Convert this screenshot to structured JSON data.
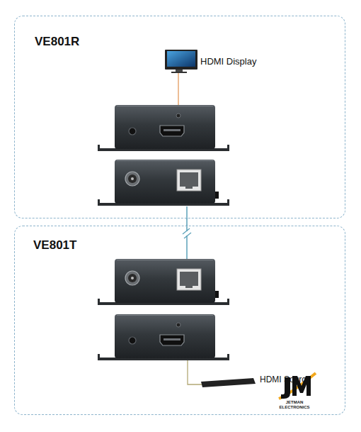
{
  "diagram": {
    "nodes": [
      {
        "text": [
          "VE801R"
        ]
      },
      {
        "text": [
          "VE801T"
        ]
      }
    ],
    "edges": [
      {
        "from": 0,
        "to": 1,
        "arrow": "none"
      }
    ],
    "labels": [
      "HDMI Display",
      "HDMI Source",
      "JETMAN ELECTRONICS"
    ]
  }
}
